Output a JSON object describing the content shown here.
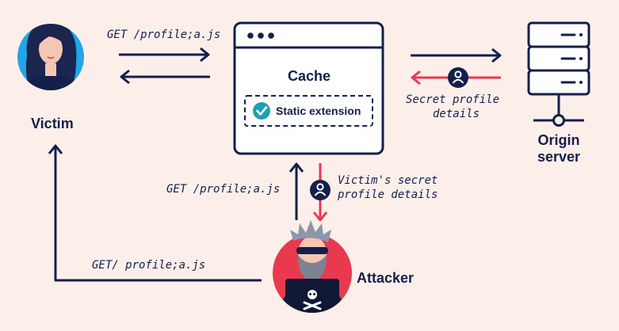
{
  "colors": {
    "background": "#fcefea",
    "navy": "#14204a",
    "red": "#ec3750",
    "teal": "#1f9fb3",
    "victim_blue": "#22a6e8",
    "attacker_red": "#e8394e",
    "white": "#ffffff"
  },
  "nodes": {
    "victim": {
      "label": "Victim",
      "icon": "woman-avatar-icon"
    },
    "cache": {
      "title": "Cache",
      "feature": "Static extension",
      "feature_icon": "check-circle-icon"
    },
    "origin": {
      "label_line1": "Origin",
      "label_line2": "server",
      "icon": "server-stack-icon"
    },
    "attacker": {
      "label": "Attacker",
      "icon": "hacker-laptop-icon"
    }
  },
  "edges": {
    "victim_to_cache": "GET /profile;a.js",
    "origin_to_cache_line1": "Secret profile",
    "origin_to_cache_line2": "details",
    "attacker_to_cache": "GET /profile;a.js",
    "cache_to_attacker_line1": "Victim's secret",
    "cache_to_attacker_line2": "profile details",
    "attacker_to_victim": "GET/ profile;a.js"
  }
}
